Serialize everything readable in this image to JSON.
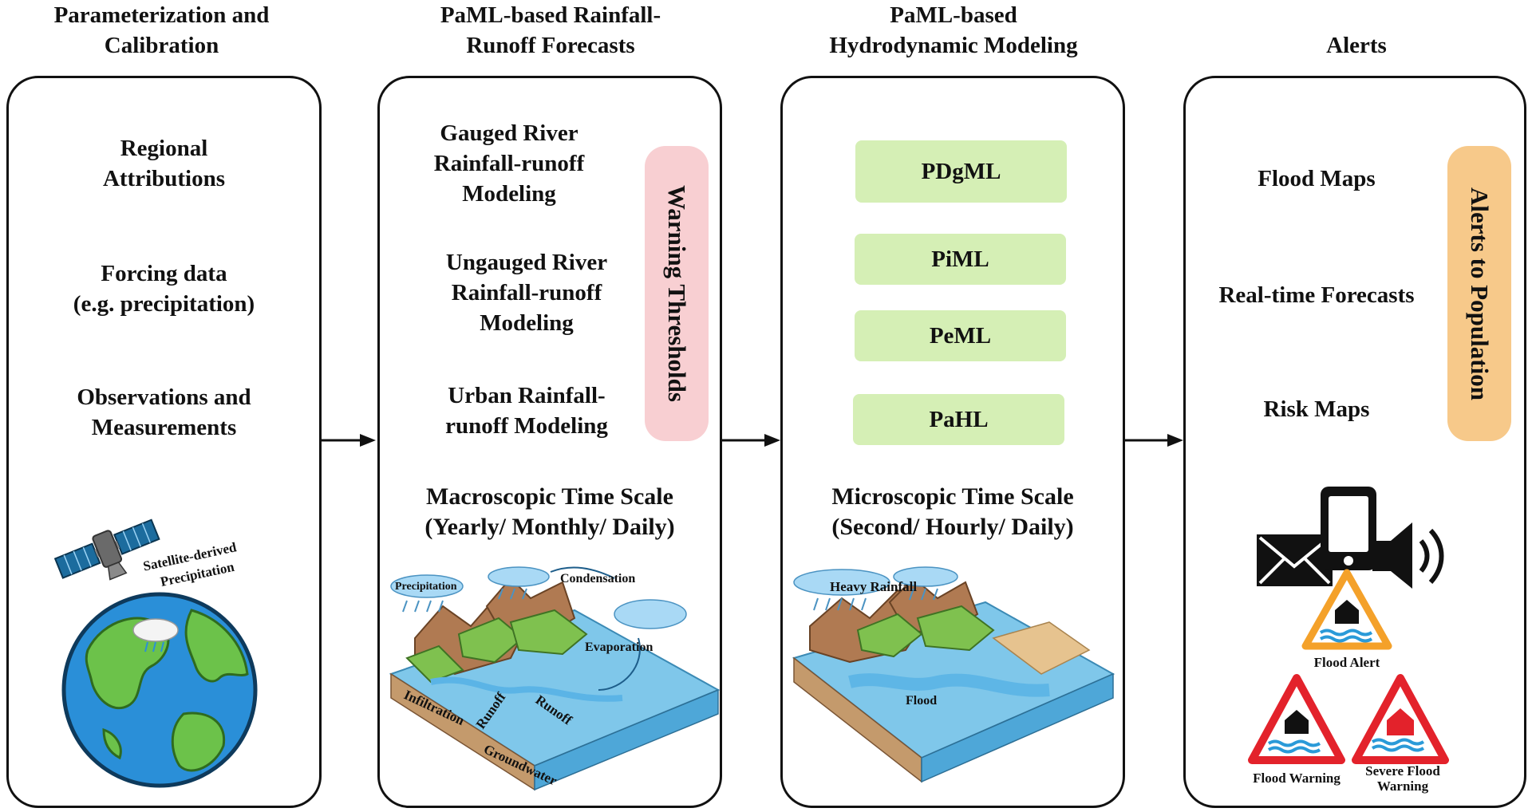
{
  "columns": [
    {
      "title_line1": "Parameterization and",
      "title_line2": "Calibration"
    },
    {
      "title_line1": "PaML-based Rainfall-",
      "title_line2": "Runoff Forecasts"
    },
    {
      "title_line1": "PaML-based",
      "title_line2": "Hydrodynamic Modeling"
    },
    {
      "title_line1": "Alerts",
      "title_line2": ""
    }
  ],
  "panel1": {
    "items": [
      {
        "line1": "Regional",
        "line2": "Attributions"
      },
      {
        "line1": "Forcing data",
        "line2": "(e.g. precipitation)"
      },
      {
        "line1": "Observations and",
        "line2": "Measurements"
      }
    ],
    "satellite_label_line1": "Satellite-derived",
    "satellite_label_line2": "Precipitation"
  },
  "panel2": {
    "items": [
      {
        "line1": "Gauged River",
        "line2": "Rainfall-runoff",
        "line3": "Modeling"
      },
      {
        "line1": "Ungauged River",
        "line2": "Rainfall-runoff",
        "line3": "Modeling"
      },
      {
        "line1": "Urban Rainfall-",
        "line2": "runoff Modeling",
        "line3": ""
      }
    ],
    "vertical_label": "Warning Thresholds",
    "time_scale_line1": "Macroscopic Time Scale",
    "time_scale_line2": "(Yearly/ Monthly/ Daily)",
    "illustration_labels": {
      "precipitation": "Precipitation",
      "condensation": "Condensation",
      "evaporation": "Evaporation",
      "infiltration": "Infiltration",
      "runoff1": "Runoff",
      "runoff2": "Runoff",
      "groundwater": "Groundwater"
    }
  },
  "panel3": {
    "boxes": [
      "PDgML",
      "PiML",
      "PeML",
      "PaHL"
    ],
    "time_scale_line1": "Microscopic Time Scale",
    "time_scale_line2": "(Second/ Hourly/ Daily)",
    "illustration_labels": {
      "heavy_rainfall": "Heavy Rainfall",
      "flood": "Flood"
    }
  },
  "panel4": {
    "items": [
      "Flood Maps",
      "Real-time Forecasts",
      "Risk Maps"
    ],
    "vertical_label": "Alerts to Population",
    "signs": {
      "flood_alert": "Flood Alert",
      "flood_warning": "Flood Warning",
      "severe_line1": "Severe Flood",
      "severe_line2": "Warning"
    }
  },
  "colors": {
    "green_box": "#d5efb5",
    "warning_pill": "#f8cfd2",
    "alerts_pill": "#f7c98a",
    "alert_orange": "#f4a12a",
    "warning_red": "#e3222b"
  }
}
